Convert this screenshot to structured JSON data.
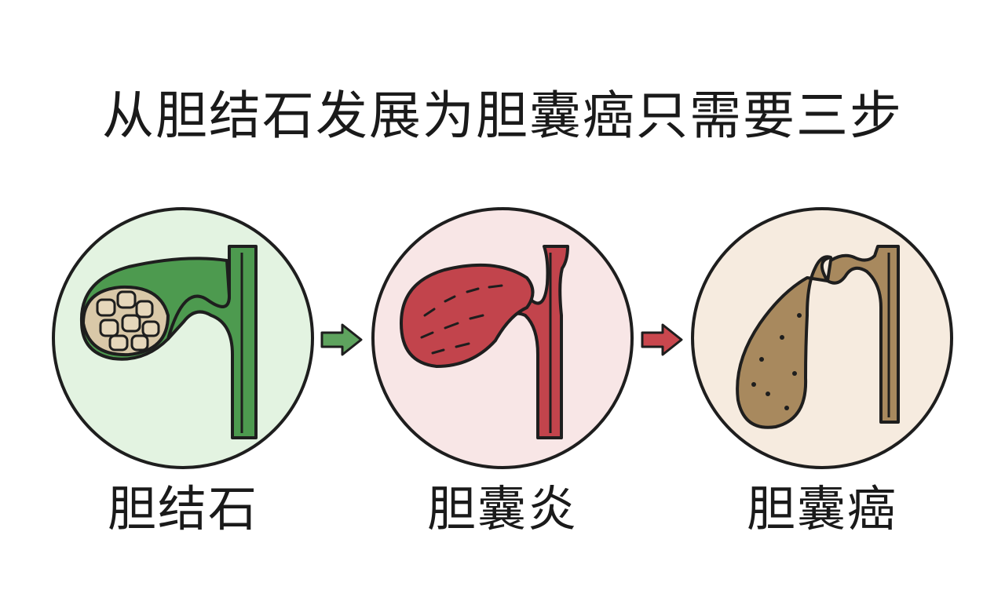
{
  "title": "从胆结石发展为胆囊癌只需要三步",
  "stages": [
    {
      "label": "胆结石",
      "icon": "gallstone-gallbladder-icon",
      "background": "#e3f3e1",
      "color": "#4d9a4f"
    },
    {
      "label": "胆囊炎",
      "icon": "inflamed-gallbladder-icon",
      "background": "#f8e6e6",
      "color": "#c2444c"
    },
    {
      "label": "胆囊癌",
      "icon": "cancerous-gallbladder-icon",
      "background": "#f6ebdf",
      "color": "#a8895e"
    }
  ],
  "arrows": [
    {
      "icon": "right-arrow-icon",
      "color": "#5ea35e"
    },
    {
      "icon": "right-arrow-icon",
      "color": "#c9474e"
    }
  ]
}
